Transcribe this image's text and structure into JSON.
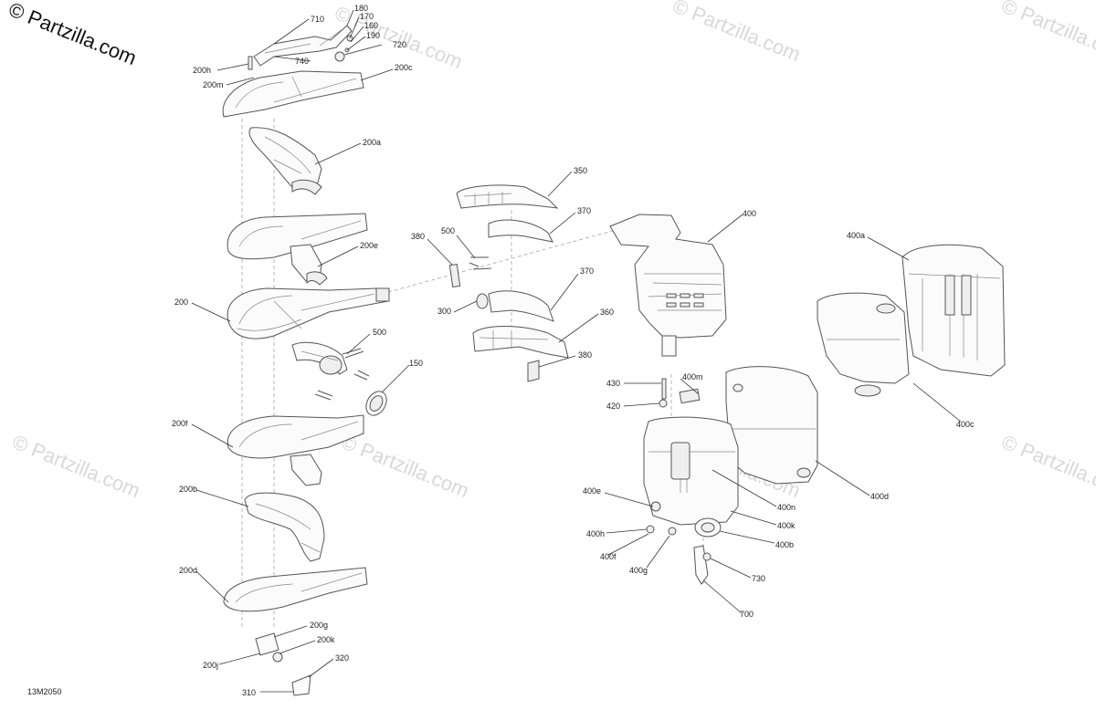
{
  "watermark": {
    "main": "© Partzilla.com",
    "faded": "© Partzilla.com"
  },
  "figure_code": "13M2050",
  "callouts": {
    "c710": "710",
    "c180": "180",
    "c170": "170",
    "c160": "160",
    "c190": "190",
    "c720": "720",
    "c740": "740",
    "c200h": "200h",
    "c200m": "200m",
    "c200c": "200c",
    "c200a": "200a",
    "c200e": "200e",
    "c200": "200",
    "c500a": "500",
    "c150": "150",
    "c200f": "200f",
    "c200b": "200b",
    "c200d": "200d",
    "c200g": "200g",
    "c200k": "200k",
    "c200j": "200j",
    "c320": "320",
    "c310": "310",
    "c350": "350",
    "c370a": "370",
    "c380a": "380",
    "c500b": "500",
    "c370b": "370",
    "c300": "300",
    "c360": "360",
    "c380b": "380",
    "c400": "400",
    "c400a": "400a",
    "c400m": "400m",
    "c430": "430",
    "c420": "420",
    "c400c": "400c",
    "c400d": "400d",
    "c400n": "400n",
    "c400e": "400e",
    "c400k": "400k",
    "c400h": "400h",
    "c400b": "400b",
    "c400f": "400f",
    "c400g": "400g",
    "c730": "730",
    "c700": "700"
  }
}
